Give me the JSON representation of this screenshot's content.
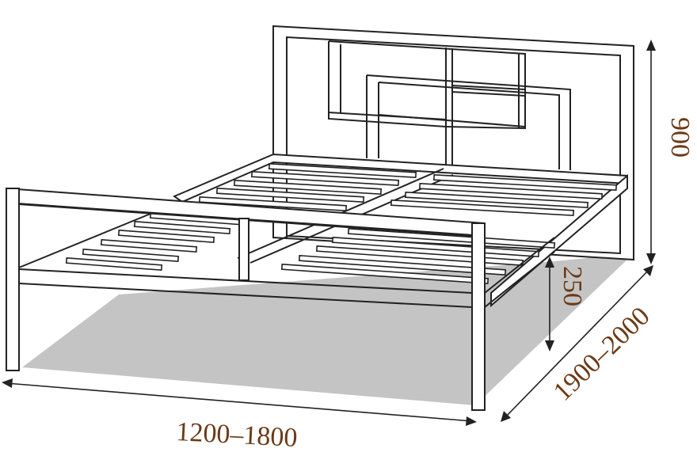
{
  "colors": {
    "dimension_text": "#6b3a16",
    "shadow": "#c4c4c4",
    "line": "#222222"
  },
  "dimensions": {
    "width": "1200–1800",
    "length": "1900–2000",
    "height": "900",
    "clearance": "250"
  }
}
